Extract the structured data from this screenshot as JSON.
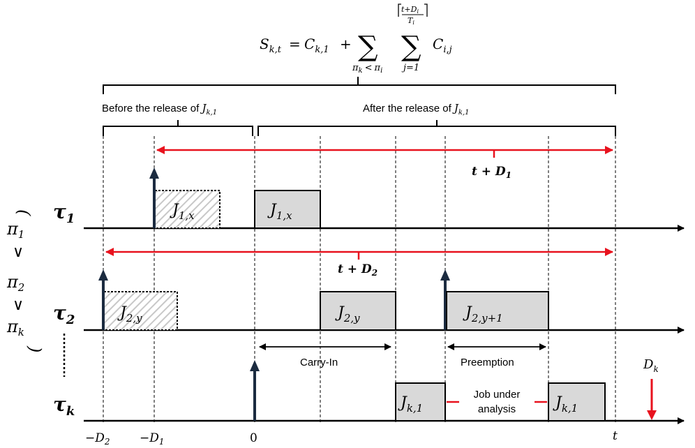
{
  "formula": {
    "lhs": "S",
    "lhs_sub": "k,t",
    "eq": "=",
    "c1": "C",
    "c1_sub": "k,1",
    "plus": "+",
    "sum1_sub": "π",
    "sum1_sub_k": "k",
    "sum1_lt": "<",
    "sum1_pi": "π",
    "sum1_pi_i": "i",
    "sum2_lower": "j=1",
    "ceil_num": "t+D",
    "ceil_num_sub": "i",
    "ceil_den": "T",
    "ceil_den_sub": "i",
    "term": "C",
    "term_sub": "i,j"
  },
  "braces": {
    "before_label": "Before the release of ",
    "before_job": "J",
    "before_job_sub": "k,1",
    "after_label": "After the release of ",
    "after_job": "J",
    "after_job_sub": "k,1"
  },
  "tasks": {
    "tau1": {
      "sym": "τ",
      "sub": "1"
    },
    "tau2": {
      "sym": "τ",
      "sub": "2"
    },
    "tauk": {
      "sym": "τ",
      "sub": "k"
    }
  },
  "priority": {
    "p1": "π",
    "p1_sub": "1",
    "lt1": "∨",
    "p2": "π",
    "p2_sub": "2",
    "lt2": "∨",
    "pk": "π",
    "pk_sub": "k",
    "paren_open": "(",
    "paren_close": ")"
  },
  "jobs": {
    "j1x": {
      "name": "J",
      "sub": "1,x"
    },
    "j1x_b": {
      "name": "J",
      "sub": "1,x"
    },
    "j2y": {
      "name": "J",
      "sub": "2,y"
    },
    "j2y_b": {
      "name": "J",
      "sub": "2,y"
    },
    "j2y1": {
      "name": "J",
      "sub": "2,y+1"
    },
    "jk1_a": {
      "name": "J",
      "sub": "k,1"
    },
    "jk1_b": {
      "name": "J",
      "sub": "k,1"
    }
  },
  "intervals": {
    "t_d1": "t + D",
    "t_d1_sub": "1",
    "t_d2": "t + D",
    "t_d2_sub": "2",
    "carry_in": "Carry-In",
    "preemption": "Preemption",
    "job_under_analysis_1": "Job under",
    "job_under_analysis_2": "analysis"
  },
  "deadline": {
    "name": "D",
    "sub": "k"
  },
  "axis": {
    "neg_d2": "−D",
    "neg_d2_sub": "2",
    "neg_d1": "−D",
    "neg_d1_sub": "1",
    "zero": "0",
    "t": "t"
  },
  "colors": {
    "red": "#e8121e",
    "navy": "#1b2b40",
    "job_fill": "#d9d9d9"
  }
}
